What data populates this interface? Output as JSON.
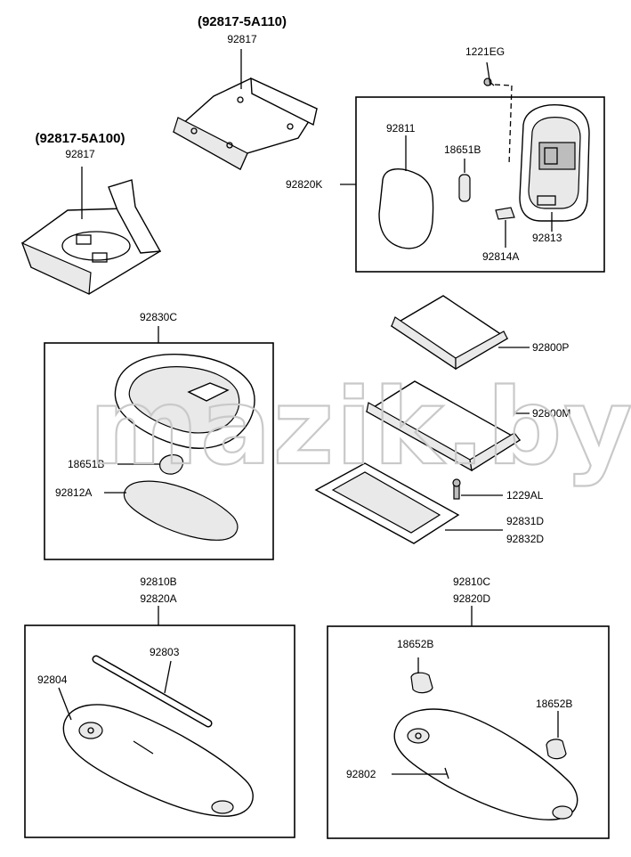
{
  "watermark": "mazik.by",
  "groups": {
    "upper_bracket": {
      "alt_part": "(92817-5A110)",
      "part": "92817"
    },
    "lower_bracket": {
      "alt_part": "(92817-5A100)",
      "part": "92817"
    },
    "map_lamp_assy": {
      "assy": "92820K",
      "parts": {
        "lens": "92811",
        "bulb": "18651B",
        "screw": "1221EG",
        "housing": "92813",
        "clip": "92814A"
      }
    },
    "console_lamp": {
      "assy": "92830C",
      "bulb": "18651B",
      "lens": "92812A"
    },
    "sunroof_parts": {
      "p1": "92800P",
      "p2": "92800M",
      "screw": "1229AL",
      "p3a": "92831D",
      "p3b": "92832D"
    },
    "room_lamp_left": {
      "assy_a": "92810B",
      "assy_b": "92820A",
      "tube": "92803",
      "lens": "92804"
    },
    "room_lamp_right": {
      "assy_a": "92810C",
      "assy_b": "92820D",
      "bulb_a": "18652B",
      "bulb_b": "18652B",
      "lens": "92802"
    }
  }
}
